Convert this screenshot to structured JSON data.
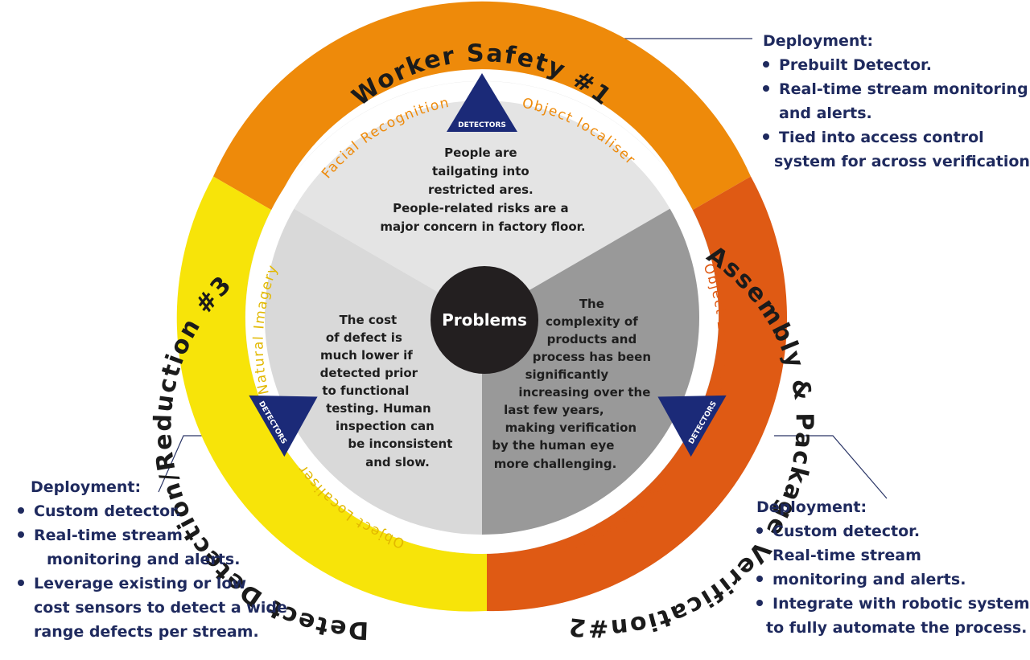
{
  "colors": {
    "worker_safety": "#ee8a0a",
    "assembly": "#df5a14",
    "defect": "#f7e409",
    "defect_label_text": "#e2b800",
    "sector_top": "#e4e4e4",
    "sector_right": "#999999",
    "sector_left": "#d9d9d9",
    "center": "#231f20",
    "detector": "#1b2a78",
    "deployment_text": "#1f2a5e"
  },
  "center": {
    "title": "Problems"
  },
  "segments": {
    "worker_safety": {
      "title": "Worker Safety #1",
      "methods": [
        "Facial Recognition",
        "Object localiser"
      ],
      "detector_label": "DETECTORS",
      "problem_lines": [
        "People are",
        "tailgating into",
        "restricted ares.",
        "People-related risks are a",
        "major concern in factory floor."
      ]
    },
    "assembly": {
      "title": "Assembly & Package Verification#2",
      "methods": [
        "Object Localiser",
        "Natural magery"
      ],
      "detector_label": "DETECTORS",
      "problem_lines": [
        "The",
        "complexity of",
        "products and",
        "process has been",
        "significantly",
        "increasing over the",
        "last few years,",
        "making verification",
        "by the human eye",
        "more challenging."
      ]
    },
    "defect": {
      "title": "Detect Detection/Reduction #3",
      "methods": [
        "Natural Imagery",
        "Object Localiser"
      ],
      "detector_label": "DETECTORS",
      "problem_lines": [
        "The cost",
        "of defect is",
        "much lower if",
        "detected prior",
        "to functional",
        "testing. Human",
        "inspection can",
        "be inconsistent",
        "and slow."
      ]
    }
  },
  "deployments": {
    "worker_safety": {
      "title": "Deployment:",
      "items": [
        "Prebuilt Detector.",
        "Real-time stream monitoring",
        "and alerts.",
        "Tied into access control",
        "system for across verification."
      ]
    },
    "defect": {
      "title": "Deployment:",
      "items": [
        "Custom detector.",
        "Real-time stream",
        "monitoring and alerts.",
        "Leverage existing or low",
        "cost sensors to detect a wide",
        "range defects per stream."
      ]
    },
    "assembly": {
      "title": "Deployment:",
      "items": [
        "Custom detector.",
        "Real-time stream",
        "monitoring and alerts.",
        "Integrate with robotic system",
        "to fully automate the process."
      ]
    }
  }
}
